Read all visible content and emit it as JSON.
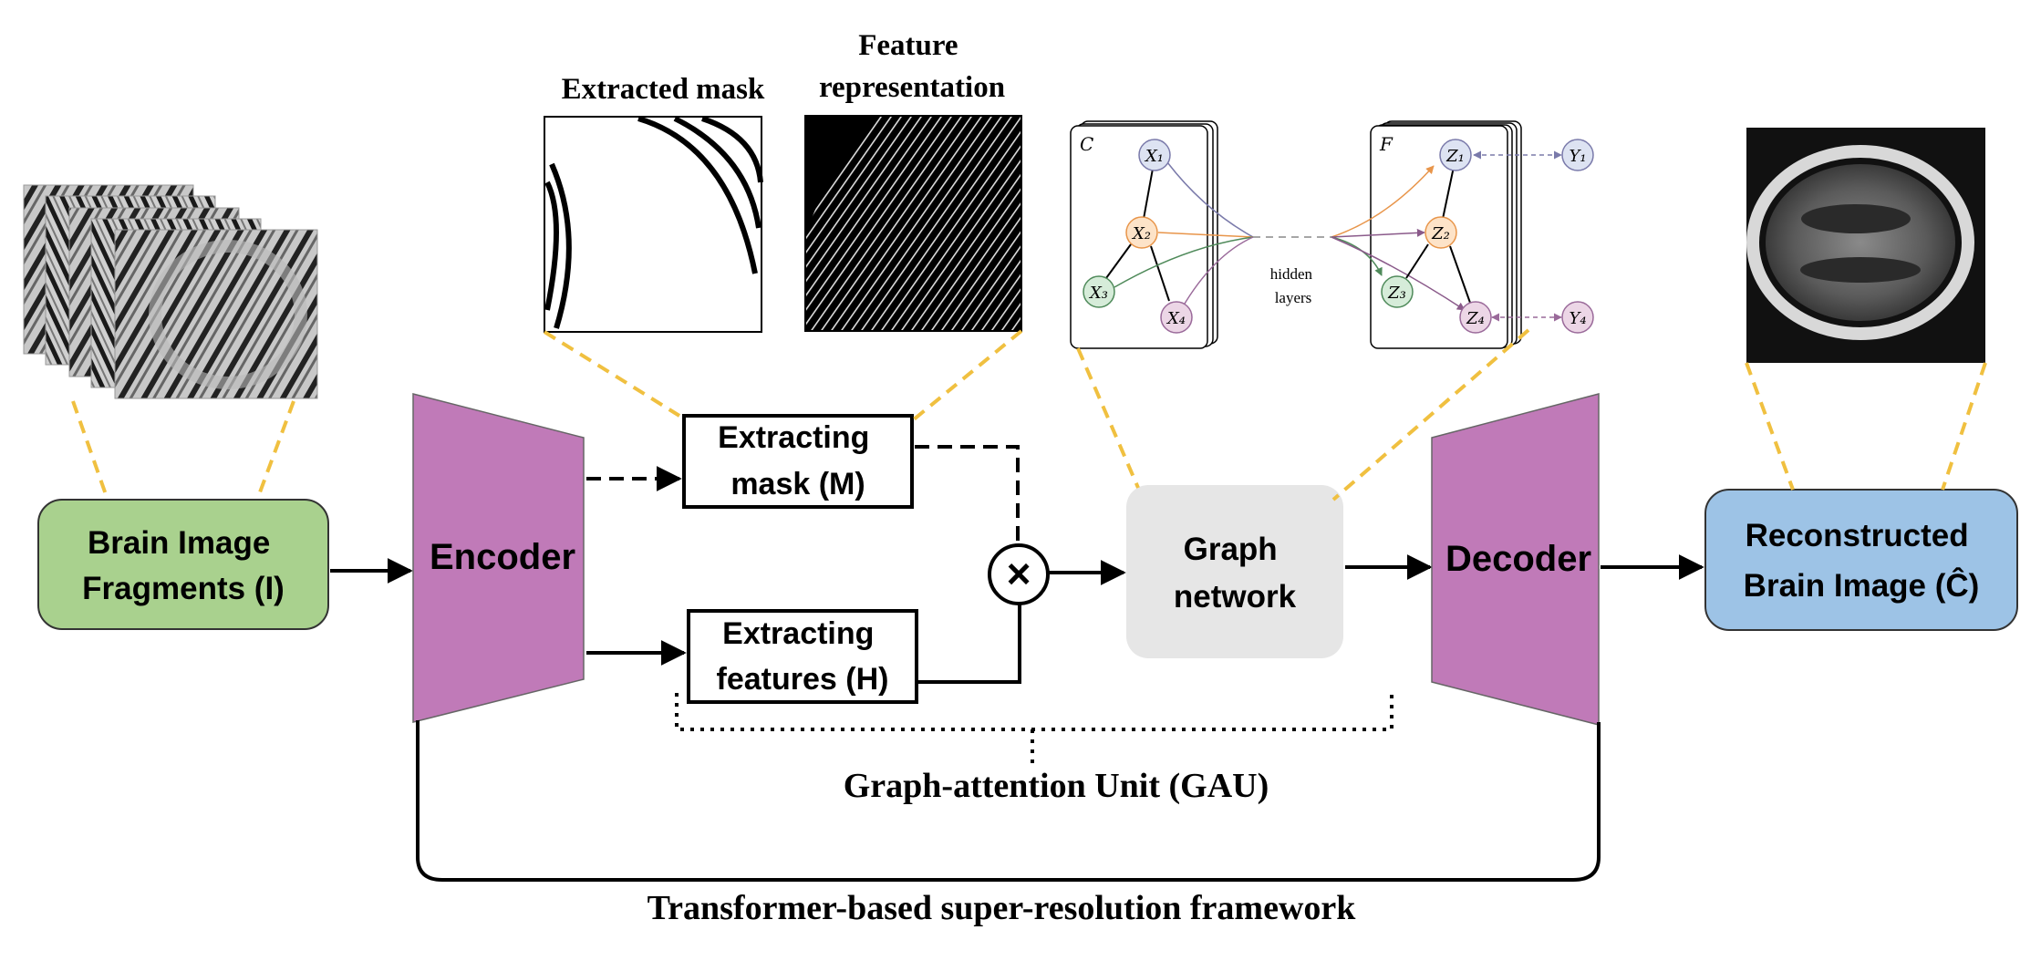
{
  "labels": {
    "brain_fragments_line1": "Brain Image",
    "brain_fragments_line2": "Fragments (I)",
    "encoder": "Encoder",
    "decoder": "Decoder",
    "extract_mask_line1": "Extracting",
    "extract_mask_line2": "mask (M)",
    "extract_features_line1": "Extracting",
    "extract_features_line2": "features (H)",
    "multiply_symbol": "×",
    "graph_network_line1": "Graph",
    "graph_network_line2": "network",
    "reconstructed_line1": "Reconstructed",
    "reconstructed_line2": "Brain Image (Ĉ)",
    "extracted_mask_caption": "Extracted mask",
    "feature_rep_caption_line1": "Feature",
    "feature_rep_caption_line2": "representation",
    "gau_label": "Graph-attention Unit (GAU)",
    "framework_label": "Transformer-based super-resolution framework"
  },
  "graph_inset": {
    "input_panel_label": "C",
    "output_panel_label": "F",
    "hidden_line1": "hidden",
    "hidden_line2": "layers",
    "input_nodes": [
      "X₁",
      "X₂",
      "X₃",
      "X₄"
    ],
    "output_nodes": [
      "Z₁",
      "Z₂",
      "Z₃",
      "Z₄"
    ],
    "target_nodes": [
      "Y₁",
      "Y₄"
    ]
  },
  "colors": {
    "green_box": "#a9d18e",
    "blue_box": "#9dc3e6",
    "purple_trapezoid": "#c07ab8",
    "gray_box": "#e6e6e6",
    "dashed_callout": "#f0c040",
    "node_blue": "#dde3f2",
    "node_orange": "#fde3c8",
    "node_green": "#d6ecd9",
    "node_purple": "#ecd6e6"
  }
}
